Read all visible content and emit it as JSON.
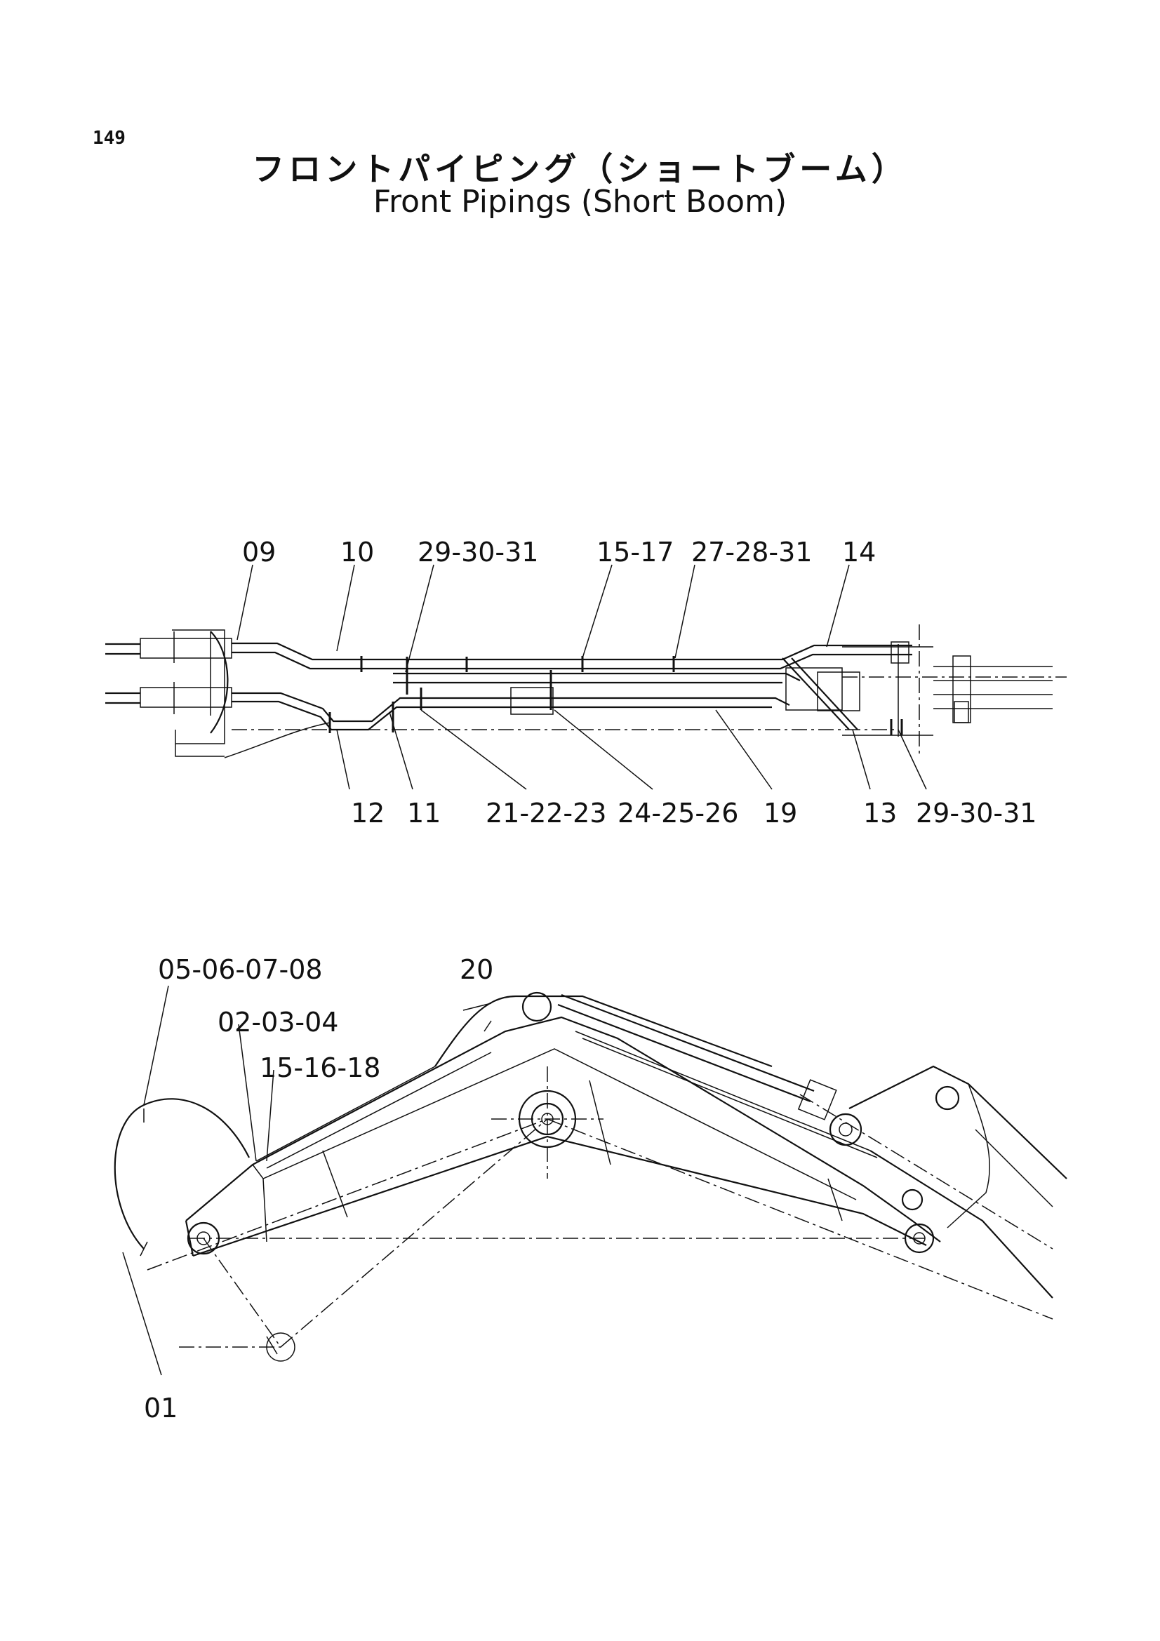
{
  "page": {
    "number": "149",
    "title_jp": "フロントパイピング（ショートブーム）",
    "title_en": "Front Pipings (Short Boom)"
  },
  "top_view": {
    "labels_top": [
      "09",
      "10",
      "29-30-31",
      "15-17",
      "27-28-31",
      "14"
    ],
    "labels_bottom": [
      "12",
      "11",
      "21-22-23",
      "24-25-26",
      "19",
      "13",
      "29-30-31"
    ]
  },
  "side_view": {
    "labels": [
      "05-06-07-08",
      "20",
      "02-03-04",
      "15-16-18",
      "01"
    ]
  }
}
